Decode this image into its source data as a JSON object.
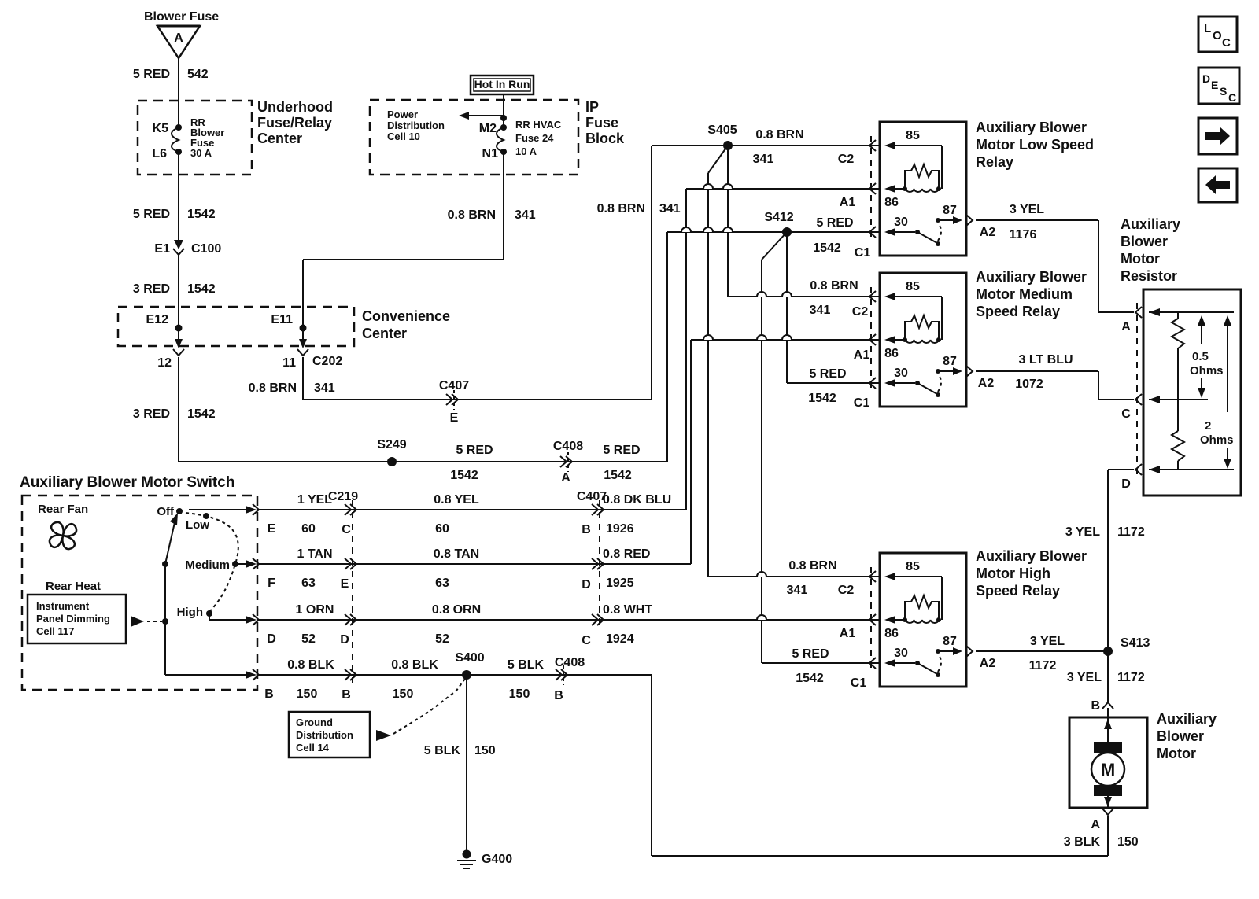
{
  "nav": {
    "loc": [
      "L",
      "O",
      "C"
    ],
    "desc": [
      "D",
      "E",
      "S",
      "C"
    ]
  },
  "top": {
    "blower_fuse": "Blower Fuse",
    "blower_pin": "A"
  },
  "ws": {
    "r5": "5 RED",
    "r3": "3 RED",
    "b08": "0.8 BRN",
    "y1": "1 YEL",
    "y08": "0.8 YEL",
    "t1": "1 TAN",
    "t08": "0.8 TAN",
    "o1": "1 ORN",
    "o08": "0.8 ORN",
    "k08": "0.8 BLK",
    "k5": "5 BLK",
    "k3": "3 BLK",
    "db": "0.8 DK BLU",
    "r08": "0.8 RED",
    "w08": "0.8 WHT",
    "y3": "3 YEL",
    "lb": "3 LT BLU"
  },
  "cc": {
    "n542": "542",
    "n1542": "1542",
    "n341": "341",
    "n60": "60",
    "n63": "63",
    "n52": "52",
    "n150": "150",
    "n1926": "1926",
    "n1925": "1925",
    "n1924": "1924",
    "n1176": "1176",
    "n1072": "1072",
    "n1172": "1172"
  },
  "sp": {
    "s405": "S405",
    "s412": "S412",
    "s249": "S249",
    "s400": "S400",
    "s413": "S413",
    "g400": "G400"
  },
  "cn": {
    "c100": "C100",
    "c202": "C202",
    "c219": "C219",
    "c407": "C407",
    "c408": "C408"
  },
  "pin": {
    "a": "A",
    "b": "B",
    "c": "C",
    "d": "D",
    "e": "E",
    "f": "F",
    "e1": "E1",
    "e11": "E11",
    "e12": "E12",
    "n11": "11",
    "n12": "12",
    "k5": "K5",
    "l6": "L6",
    "m2": "M2",
    "n1": "N1",
    "a1": "A1",
    "a2": "A2",
    "c1": "C1",
    "c2": "C2"
  },
  "rp": {
    "p85": "85",
    "p86": "86",
    "p30": "30",
    "p87": "87"
  },
  "underhood": {
    "title": [
      "Underhood",
      "Fuse/Relay",
      "Center"
    ],
    "fuse": [
      "RR",
      "Blower",
      "Fuse",
      "30 A"
    ]
  },
  "ip": {
    "hot": "Hot In Run",
    "pd": [
      "Power",
      "Distribution",
      "Cell 10"
    ],
    "fuse": [
      "RR HVAC",
      "Fuse 24",
      "10 A"
    ],
    "title": [
      "IP",
      "Fuse",
      "Block"
    ]
  },
  "conv": {
    "title": [
      "Convenience",
      "Center"
    ]
  },
  "relay_titles": {
    "low": [
      "Auxiliary Blower",
      "Motor Low Speed",
      "Relay"
    ],
    "medium": [
      "Auxiliary Blower",
      "Motor Medium",
      "Speed Relay"
    ],
    "high": [
      "Auxiliary Blower",
      "Motor High",
      "Speed Relay"
    ]
  },
  "resistor": {
    "title": [
      "Auxiliary",
      "Blower",
      "Motor",
      "Resistor"
    ],
    "r1": "0.5",
    "r2": "2",
    "ohms": "Ohms"
  },
  "motor": {
    "title": [
      "Auxiliary",
      "Blower",
      "Motor"
    ],
    "m": "M"
  },
  "sw": {
    "title": "Auxiliary Blower Motor Switch",
    "rear_fan": "Rear Fan",
    "rear_heat": "Rear Heat",
    "ipd": [
      "Instrument",
      "Panel Dimming",
      "Cell 117"
    ],
    "off": "Off",
    "low": "Low",
    "medium": "Medium",
    "high": "High"
  },
  "gnd": {
    "box": [
      "Ground",
      "Distribution",
      "Cell 14"
    ]
  }
}
